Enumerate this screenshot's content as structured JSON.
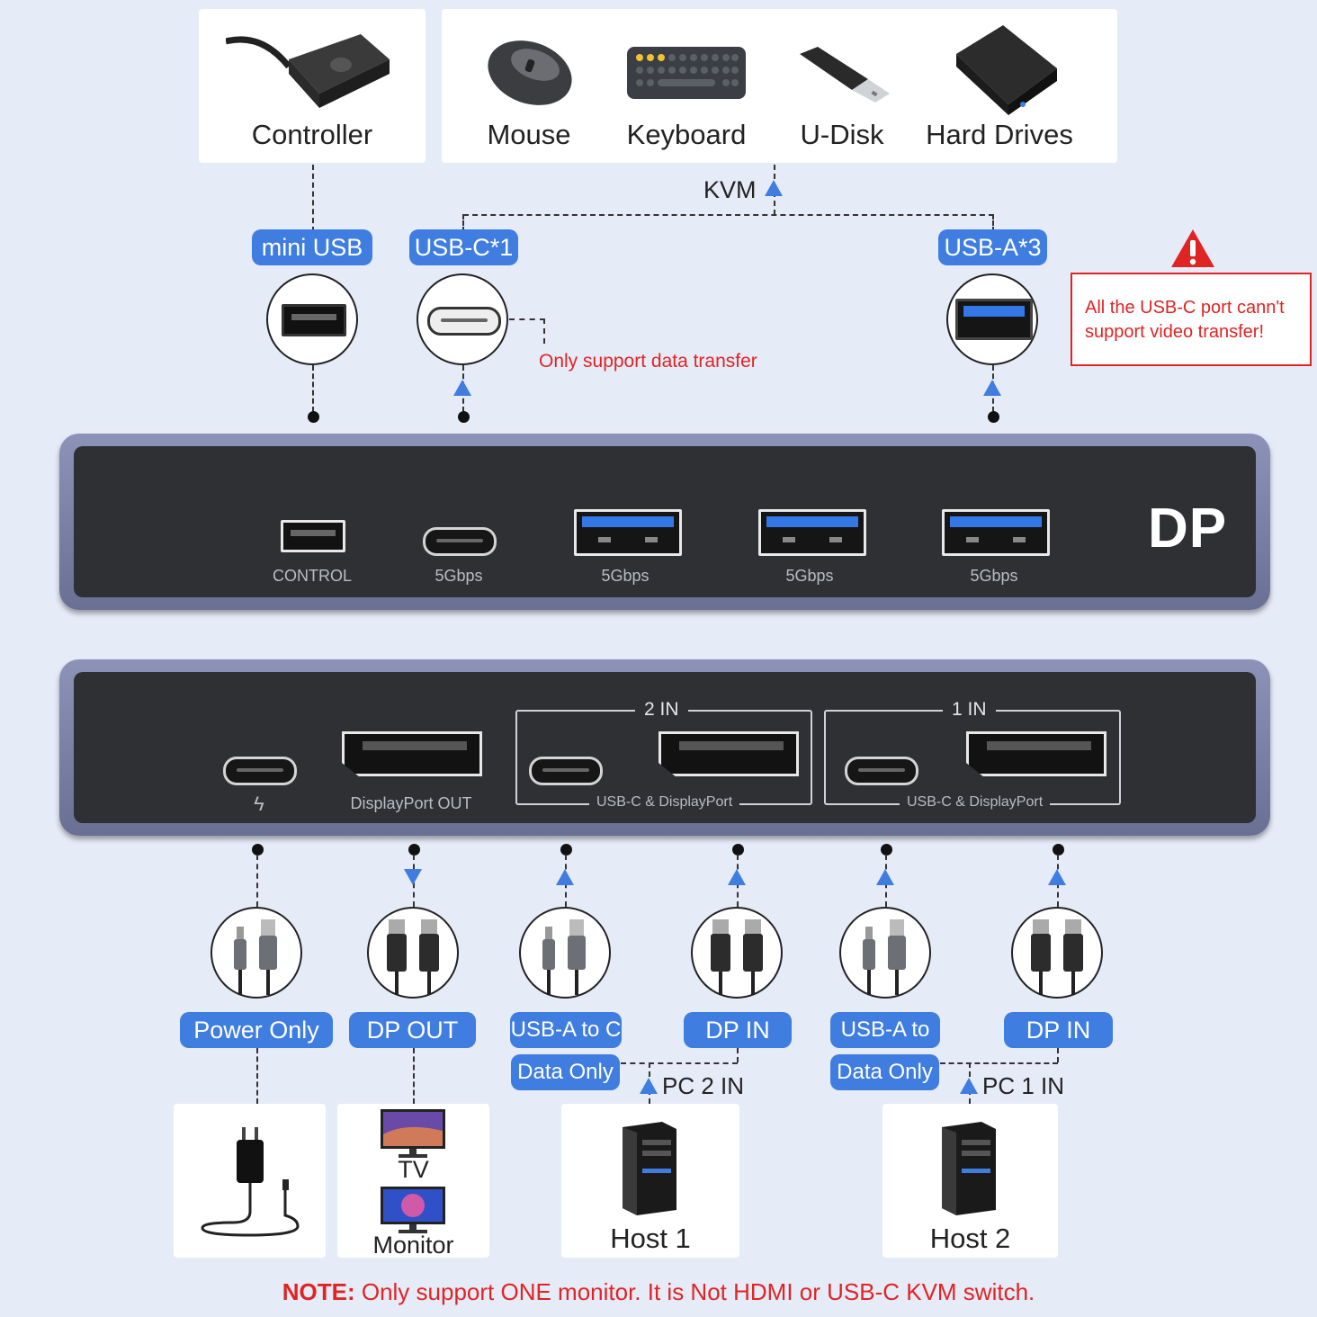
{
  "top_devices": {
    "controller": "Controller",
    "mouse": "Mouse",
    "keyboard": "Keyboard",
    "udisk": "U-Disk",
    "hard_drives": "Hard Drives"
  },
  "kvm_label": "KVM",
  "top_ports": {
    "mini_usb": "mini USB",
    "usb_c": "USB-C*1",
    "usb_a": "USB-A*3",
    "usbc_note": "Only support data transfer"
  },
  "warning": {
    "line1": "All the USB-C port cann't",
    "line2": "support video transfer!",
    "color": "#e02424"
  },
  "front_panel": {
    "control": "CONTROL",
    "speed": "5Gbps",
    "brand": "DP"
  },
  "rear_panel": {
    "power_symbol": "ϟ",
    "dp_out": "DisplayPort OUT",
    "in2": "2 IN",
    "in1": "1 IN",
    "group_caption": "USB-C & DisplayPort"
  },
  "cables": {
    "power_only": "Power Only",
    "dp_out": "DP OUT",
    "usba_to_c": "USB-A to C",
    "dp_in": "DP IN",
    "data_only": "Data Only",
    "pc2_in": "PC 2 IN",
    "pc1_in": "PC 1 IN"
  },
  "bottom_devices": {
    "tv": "TV",
    "monitor": "Monitor",
    "host1": "Host 1",
    "host2": "Host 2"
  },
  "note": {
    "prefix": "NOTE:",
    "text": " Only support ONE monitor. It is Not HDMI or USB-C KVM switch."
  },
  "colors": {
    "accent": "#3f7de0",
    "warning": "#e02424",
    "background": "#e6ebf8"
  }
}
